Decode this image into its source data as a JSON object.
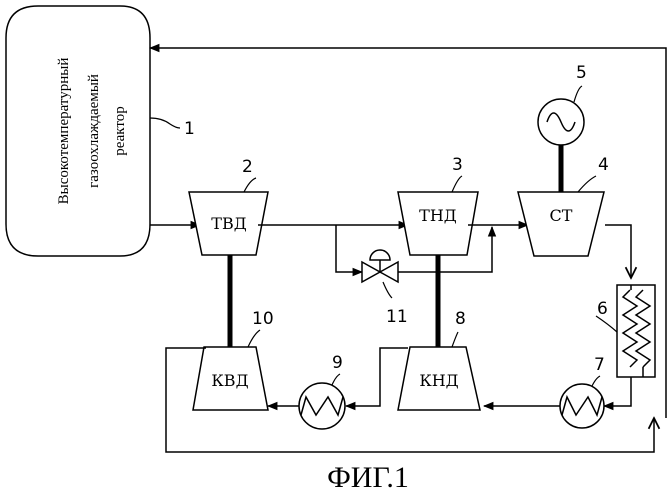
{
  "reactor": {
    "lines": [
      "Высокотемпературный",
      "газоохлаждаемый",
      "реактор"
    ],
    "number": "1"
  },
  "components": {
    "hp_turbine": {
      "label": "ТВД",
      "number": "2"
    },
    "lp_turbine": {
      "label": "ТНД",
      "number": "3"
    },
    "power_turbine": {
      "label": "СТ",
      "number": "4"
    },
    "generator": {
      "number": "5"
    },
    "recuperator": {
      "number": "6"
    },
    "precooler": {
      "number": "7"
    },
    "lp_compressor": {
      "label": "КНД",
      "number": "8"
    },
    "intercooler": {
      "number": "9"
    },
    "hp_compressor": {
      "label": "КВД",
      "number": "10"
    },
    "bypass_valve": {
      "number": "11"
    }
  },
  "caption": "ФИГ.1",
  "colors": {
    "line": "#000000",
    "background": "#ffffff"
  }
}
